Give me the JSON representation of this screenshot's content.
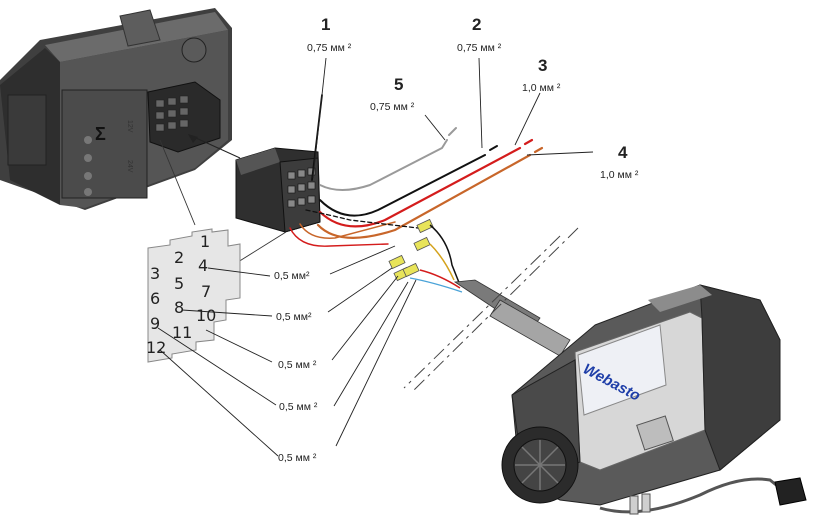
{
  "wires": [
    {
      "number": "1",
      "cross_section": "0,75 мм ²",
      "color": "#111111"
    },
    {
      "number": "2",
      "cross_section": "0,75 мм ²",
      "color": "#111111"
    },
    {
      "number": "3",
      "cross_section": "1,0 мм ²",
      "color": "#d41c1c"
    },
    {
      "number": "4",
      "cross_section": "1,0 мм ²",
      "color": "#c8662a"
    },
    {
      "number": "5",
      "cross_section": "0,75 мм ²",
      "color": "#9a9a9a"
    }
  ],
  "small_wires": [
    "0,5 мм²",
    "0,5 мм²",
    "0,5 мм ²",
    "0,5 мм ²",
    "0,5 мм ²"
  ],
  "pinout": [
    "1",
    "2",
    "3",
    "4",
    "5",
    "6",
    "7",
    "8",
    "9",
    "10",
    "11",
    "12"
  ],
  "control_unit_labels": {
    "voltage_12": "12V",
    "voltage_24": "24V",
    "logo": "Σ"
  },
  "heater_brand": "Webasto",
  "colors": {
    "housing_dark": "#4d4d4d",
    "housing_mid": "#8a8a8a",
    "housing_light": "#c9c9c9",
    "brand": "#1e3ea8",
    "terminal": "#e8e45a"
  }
}
